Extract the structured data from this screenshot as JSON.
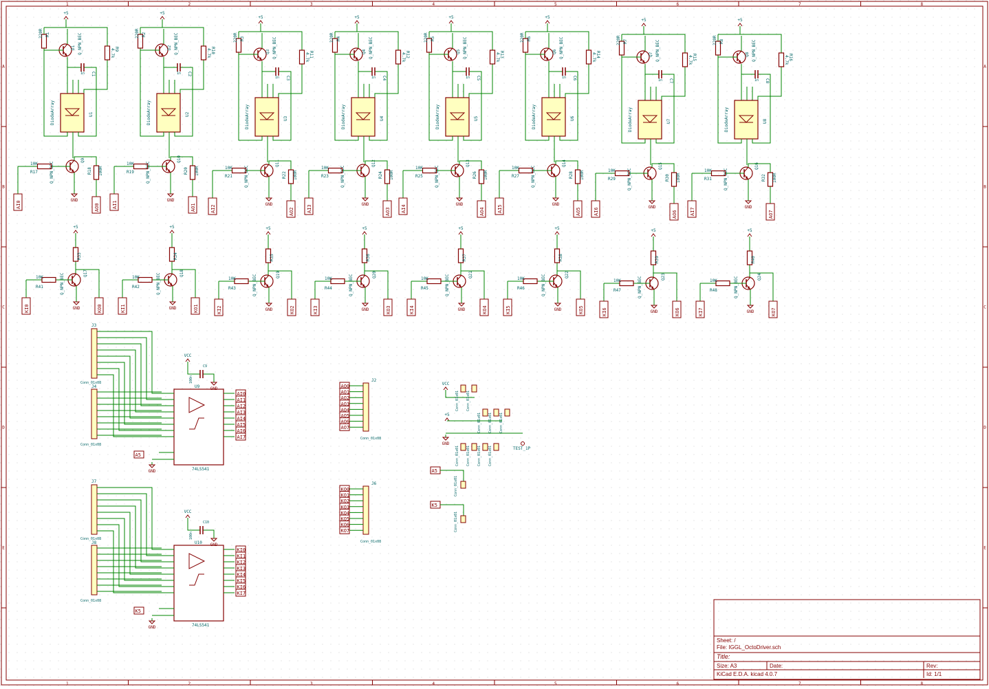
{
  "border": {
    "cols": [
      "1",
      "2",
      "3",
      "4",
      "5",
      "6",
      "7",
      "8"
    ],
    "rows": [
      "A",
      "B",
      "C",
      "D",
      "E"
    ]
  },
  "colors": {
    "border": "#840000",
    "wire": "#008400",
    "text": "#006464",
    "component": "#840000",
    "fill": "#ffffc0",
    "label": "#840000"
  },
  "channels": [
    {
      "d": "D1",
      "ra": "R1",
      "rb": "R9",
      "cap": "C1",
      "u": "U1",
      "qt": "Q9",
      "rc": "R17",
      "rd": "R18",
      "in": "AI0",
      "out": "AO0",
      "rv": "220R",
      "rv2": "4.7k",
      "rv3": "100R"
    },
    {
      "d": "D2",
      "ra": "R2",
      "rb": "R10",
      "cap": "C2",
      "u": "U2",
      "qt": "Q10",
      "rc": "R19",
      "rd": "R20",
      "in": "AI1",
      "out": "AO1",
      "rv": "220R",
      "rv2": "4.7k",
      "rv3": "100R"
    },
    {
      "d": "Q3",
      "ra": "R3",
      "rb": "R11",
      "cap": "C3",
      "u": "U3",
      "qt": "Q11",
      "rc": "R21",
      "rd": "R22",
      "in": "AI2",
      "out": "AO2",
      "rv": "220R",
      "rv2": "4.7k",
      "rv3": "100R"
    },
    {
      "d": "Q4",
      "ra": "R4",
      "rb": "R12",
      "cap": "C4",
      "u": "U4",
      "qt": "Q12",
      "rc": "R23",
      "rd": "R24",
      "in": "AI3",
      "out": "AO3",
      "rv": "220R",
      "rv2": "4.7k",
      "rv3": "100R"
    },
    {
      "d": "Q5",
      "ra": "R5",
      "rb": "R13",
      "cap": "C5",
      "u": "U5",
      "qt": "Q13",
      "rc": "R25",
      "rd": "R26",
      "in": "AI4",
      "out": "AO4",
      "rv": "220R",
      "rv2": "4.7k",
      "rv3": "100R"
    },
    {
      "d": "Q6",
      "ra": "R6",
      "rb": "R14",
      "cap": "C6",
      "u": "U6",
      "qt": "Q14",
      "rc": "R27",
      "rd": "R28",
      "in": "AI5",
      "out": "AO5",
      "rv": "220R",
      "rv2": "4.7k",
      "rv3": "100R"
    },
    {
      "d": "Q7",
      "ra": "R7",
      "rb": "R15",
      "cap": "C7",
      "u": "U7",
      "qt": "Q15",
      "rc": "R29",
      "rd": "R30",
      "in": "AI6",
      "out": "AO6",
      "rv": "220R",
      "rv2": "4.7k",
      "rv3": "100R"
    },
    {
      "d": "Q8",
      "ra": "R8",
      "rb": "R16",
      "cap": "C8",
      "u": "U8",
      "qt": "Q16",
      "rc": "R31",
      "rd": "R32",
      "in": "AI7",
      "out": "AO7",
      "rv": "220R",
      "rv2": "4.7k",
      "rv3": "100R"
    }
  ],
  "kchannels": [
    {
      "q": "Q17",
      "r1": "R33",
      "r2": "R41",
      "in": "KI0",
      "out": "KO0"
    },
    {
      "q": "Q18",
      "r1": "R34",
      "r2": "R42",
      "in": "KI1",
      "out": "KO1"
    },
    {
      "q": "Q19",
      "r1": "R35",
      "r2": "R43",
      "in": "KI2",
      "out": "KO2"
    },
    {
      "q": "Q20",
      "r1": "R36",
      "r2": "R44",
      "in": "KI3",
      "out": "KO3"
    },
    {
      "q": "Q21",
      "r1": "R37",
      "r2": "R45",
      "in": "KI4",
      "out": "KO4"
    },
    {
      "q": "Q22",
      "r1": "R38",
      "r2": "R46",
      "in": "KI5",
      "out": "KO5"
    },
    {
      "q": "Q23",
      "r1": "R39",
      "r2": "R47",
      "in": "KI6",
      "out": "KO6"
    },
    {
      "q": "Q24",
      "r1": "R40",
      "r2": "R48",
      "in": "KI7",
      "out": "KO7"
    }
  ],
  "common": {
    "diode_array": "DiodeArray",
    "npn": "Q_NPN_BEC",
    "gnd": "GND",
    "vcc": "VCC",
    "v5": "+5",
    "r10k": "10K",
    "cap1n": "1n",
    "conn8": "Conn_01x08",
    "conn1": "Conn_01x01",
    "ic": "74LS541",
    "cap100n": "100n",
    "test": "TEST_1P",
    "a5": "A5",
    "k5": "K5"
  },
  "buffers": [
    {
      "u": "U9",
      "c": "C9",
      "ja": "J3",
      "jb": "J4",
      "outs": [
        "AI0",
        "AI1",
        "AI2",
        "AI3",
        "AI4",
        "AI5",
        "AI6",
        "AI7"
      ]
    },
    {
      "u": "U10",
      "c": "C10",
      "ja": "J7",
      "jb": "J8",
      "outs": [
        "KI0",
        "KI1",
        "KI2",
        "KI3",
        "KI4",
        "KI5",
        "KI6",
        "KI7"
      ]
    }
  ],
  "out_conns": [
    {
      "ref": "J2",
      "labels": [
        "AO0",
        "AO1",
        "AO2",
        "AO3",
        "AO4",
        "AO5",
        "AO6",
        "AO7"
      ]
    },
    {
      "ref": "J6",
      "labels": [
        "KO0",
        "KO1",
        "KO2",
        "KO3",
        "KO4",
        "KO5",
        "KO6",
        "KO7"
      ]
    }
  ],
  "title_block": {
    "sheet": "Sheet: /",
    "file": "File: IGGL_OctoDriver.sch",
    "title": "Title:",
    "size": "Size: A3",
    "date": "Date:",
    "rev": "Rev:",
    "tool": "KiCad E.D.A.  kicad 4.0.7",
    "id": "Id: 1/1"
  }
}
